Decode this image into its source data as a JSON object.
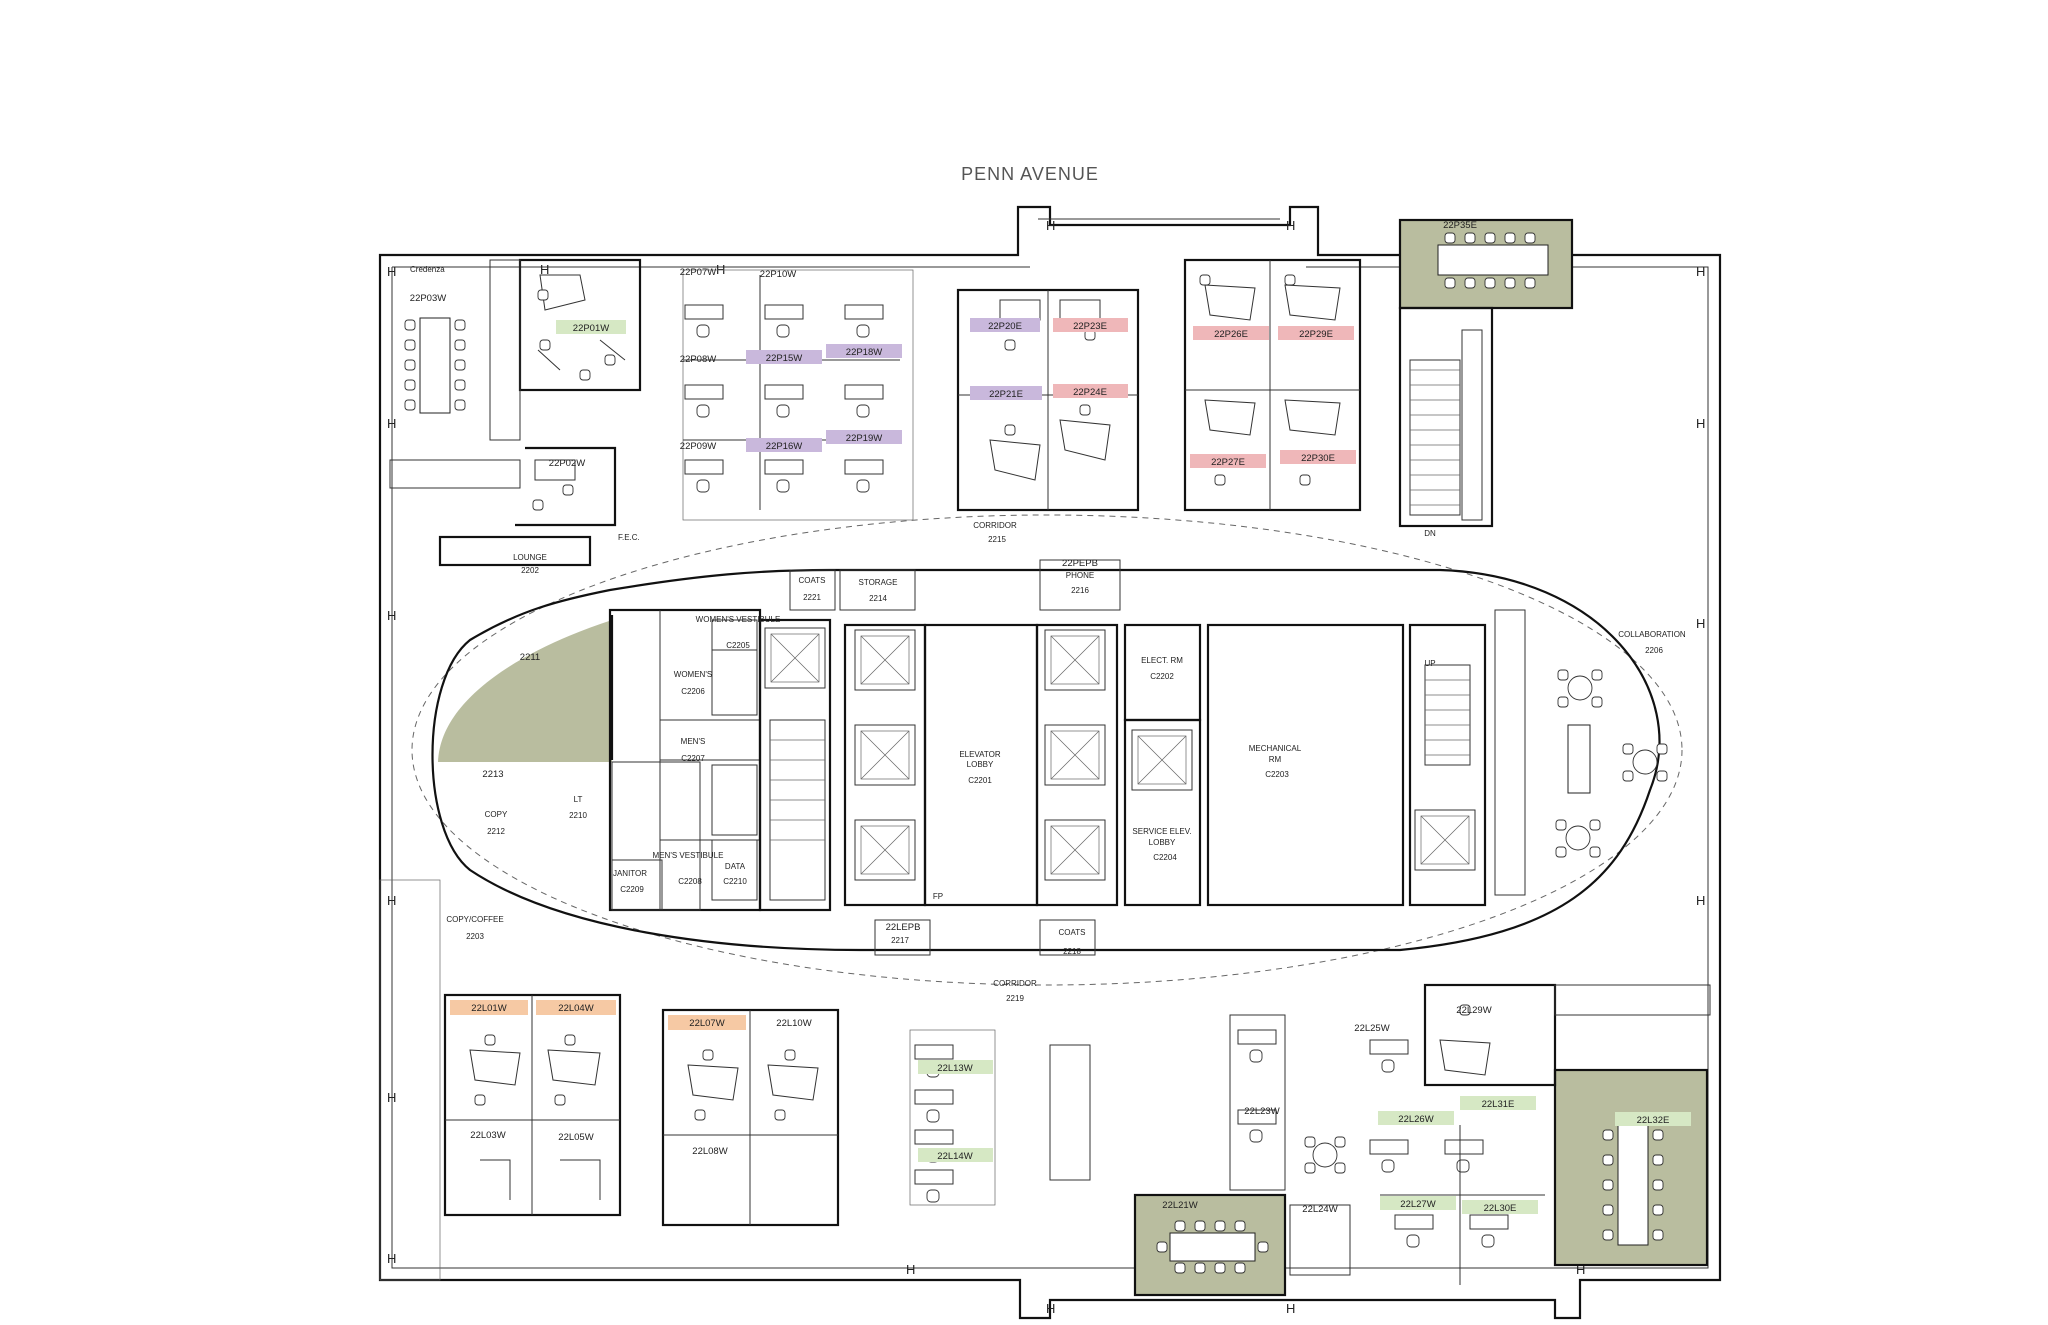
{
  "street_label": "PENN AVENUE",
  "colors": {
    "green_tag": "#d6e8c4",
    "purple_tag": "#c9b8dc",
    "red_tag": "#efb7b9",
    "orange_tag": "#f6c9a4",
    "olive_room": "#b9bd9f"
  },
  "tags": {
    "p01w": "22P01W",
    "p15w": "22P15W",
    "p18w": "22P18W",
    "p16w": "22P16W",
    "p19w": "22P19W",
    "p20e": "22P20E",
    "p23e": "22P23E",
    "p21e": "22P21E",
    "p24e": "22P24E",
    "p26e": "22P26E",
    "p29e": "22P29E",
    "p27e": "22P27E",
    "p30e": "22P30E",
    "l01w": "22L01W",
    "l04w": "22L04W",
    "l07w": "22L07W",
    "l13w": "22L13W",
    "l14w": "22L14W",
    "l26w": "22L26W",
    "l31e": "22L31E",
    "l32e": "22L32E",
    "l27w": "22L27W",
    "l30e": "22L30E"
  },
  "labels": {
    "p35e": "22P35E",
    "p03w": "22P03W",
    "credenza": "Credenza",
    "p02w": "22P02W",
    "p07w": "22P07W",
    "p10w": "22P10W",
    "p08w": "22P08W",
    "p09w": "22P09W",
    "corridor_n": "CORRIDOR",
    "corridor_n_num": "2215",
    "lounge": "LOUNGE",
    "lounge_num": "2202",
    "coats_n": "COATS",
    "coats_n_num": "2221",
    "storage": "STORAGE",
    "storage_num": "2214",
    "pepb": "22PEPB",
    "phone": "PHONE",
    "phone_num": "2216",
    "womens_vest": "WOMEN'S VESTIBULE",
    "womens_vest_num": "C2205",
    "womens": "WOMEN'S",
    "womens_num": "C2206",
    "mens": "MEN'S",
    "mens_num": "C2207",
    "mens_vest": "MEN'S VESTIBULE",
    "mens_vest_num": "C2208",
    "data": "DATA",
    "data_num": "C2210",
    "janitor": "JANITOR",
    "janitor_num": "C2209",
    "r2211": "2211",
    "r2213": "2213",
    "copy": "COPY",
    "copy_num": "2212",
    "lt": "LT",
    "lt_num": "2210",
    "copycoffee": "COPY/COFFEE",
    "copycoffee_num": "2203",
    "elec": "ELECT. RM",
    "elec_num": "C2202",
    "elevator_lobby_a": "ELEVATOR",
    "elevator_lobby_b": "LOBBY",
    "elevator_num": "C2201",
    "mech_a": "MECHANICAL",
    "mech_b": "RM",
    "mech_num": "C2203",
    "svc_a": "SERVICE ELEV.",
    "svc_b": "LOBBY",
    "svc_num": "C2204",
    "collab": "COLLABORATION",
    "collab_num": "2206",
    "up": "UP",
    "dn": "DN",
    "lepb": "22LEPB",
    "lepb_num": "2217",
    "coats_s": "COATS",
    "coats_s_num": "2218",
    "corridor_s": "CORRIDOR",
    "corridor_s_num": "2219",
    "fp": "FP",
    "fec": "F.E.C.",
    "l03w": "22L03W",
    "l05w": "22L05W",
    "l10w": "22L10W",
    "l08w": "22L08W",
    "l23w": "22L23W",
    "l21w": "22L21W",
    "l24w": "22L24W",
    "l25w": "22L25W",
    "l29w": "22L29W"
  }
}
